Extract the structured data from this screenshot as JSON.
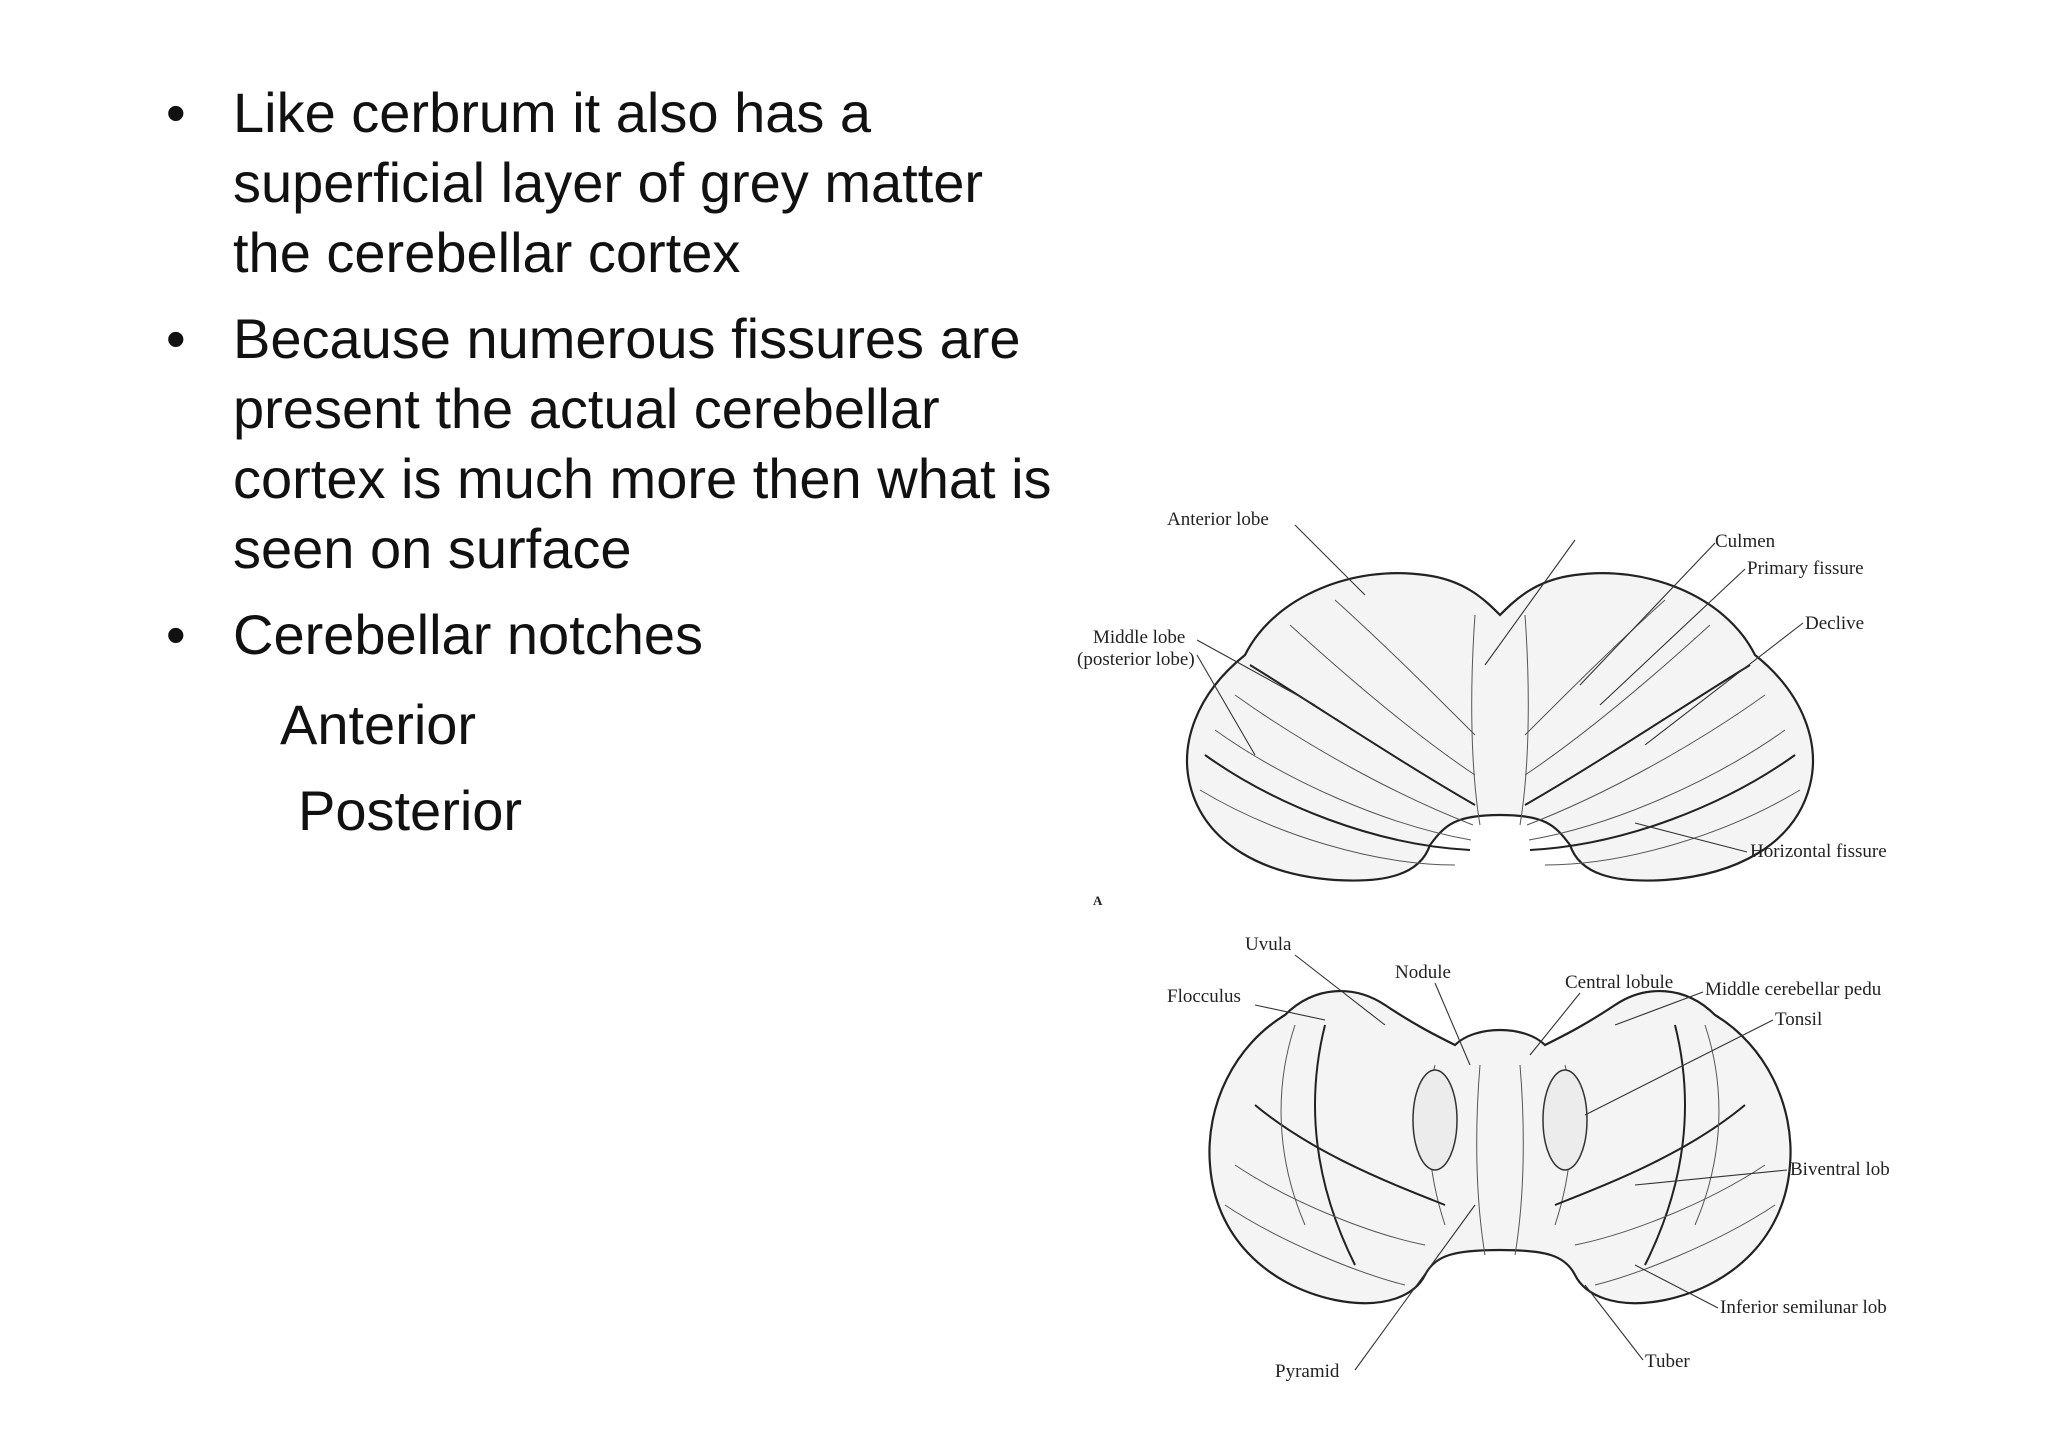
{
  "bullets": [
    {
      "text": "Like cerbrum it also has a\nsuperficial layer of grey matter\nthe cerebellar cortex"
    },
    {
      "text": "Because numerous fissures are\npresent the actual cerebellar\ncortex is much more then what is\nseen on surface"
    },
    {
      "text": "Cerebellar notches"
    }
  ],
  "subitems": [
    "Anterior",
    "Posterior"
  ],
  "figure": {
    "panel_marker": "A",
    "top_labels": {
      "anterior_lobe": "Anterior lobe",
      "culmen": "Culmen",
      "primary_fissure": "Primary fissure",
      "declive": "Declive",
      "middle_lobe_1": "Middle lobe",
      "middle_lobe_2": "(posterior lobe)",
      "horizontal_fissure": "Horizontal fissure"
    },
    "bottom_labels": {
      "uvula": "Uvula",
      "nodule": "Nodule",
      "central_lobule": "Central lobule",
      "middle_cerebellar_peduncle": "Middle cerebellar pedu",
      "flocculus": "Flocculus",
      "tonsil": "Tonsil",
      "biventral_lobe": "Biventral lob",
      "inferior_semilunar_lobe": "Inferior semilunar lob",
      "pyramid": "Pyramid",
      "tuber": "Tuber"
    }
  }
}
